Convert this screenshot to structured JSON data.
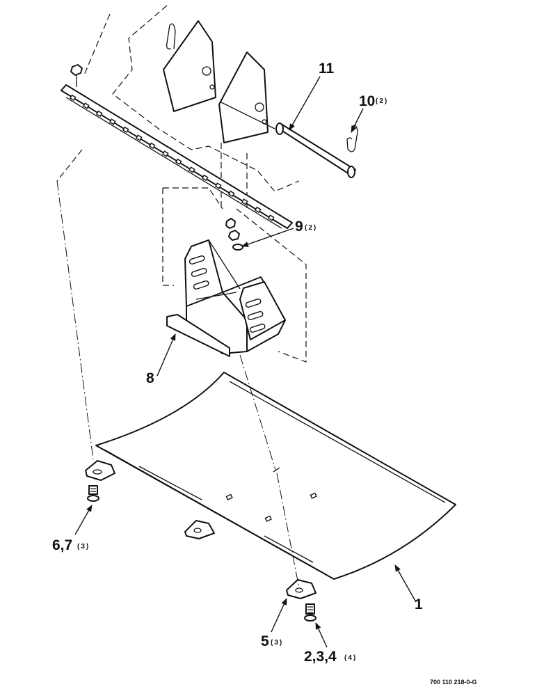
{
  "callouts": {
    "c1": {
      "num": "1",
      "qty": ""
    },
    "c234": {
      "num": "2,3,4",
      "qty": "(4)"
    },
    "c5": {
      "num": "5",
      "qty": "(3)"
    },
    "c67": {
      "num": "6,7",
      "qty": "(3)"
    },
    "c8": {
      "num": "8",
      "qty": ""
    },
    "c9": {
      "num": "9",
      "qty": "(2)"
    },
    "c10": {
      "num": "10",
      "qty": "(2)"
    },
    "c11": {
      "num": "11",
      "qty": ""
    }
  },
  "figure_ref": "700 110 218-0-G",
  "colors": {
    "ink": "#111111",
    "paper": "#ffffff"
  }
}
